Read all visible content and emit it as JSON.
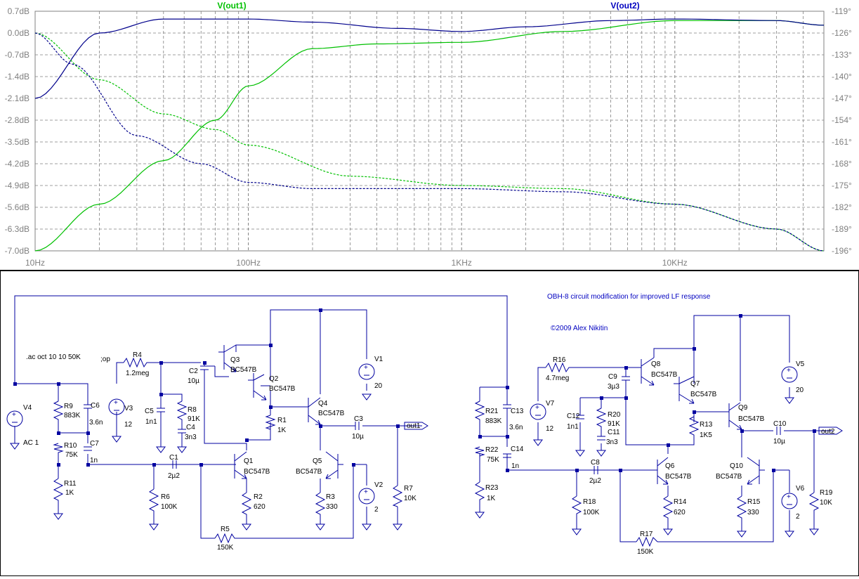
{
  "plot": {
    "traces": [
      {
        "name": "V(out1)",
        "color": "#00c000"
      },
      {
        "name": "V(out2)",
        "color": "#00008b"
      }
    ],
    "left_axis_ticks": [
      "0.7dB",
      "0.0dB",
      "-0.7dB",
      "-1.4dB",
      "-2.1dB",
      "-2.8dB",
      "-3.5dB",
      "-4.2dB",
      "-4.9dB",
      "-5.6dB",
      "-6.3dB",
      "-7.0dB"
    ],
    "right_axis_ticks": [
      "-119°",
      "-126°",
      "-133°",
      "-140°",
      "-147°",
      "-154°",
      "-161°",
      "-168°",
      "-175°",
      "-182°",
      "-189°",
      "-196°"
    ],
    "x_axis_ticks": [
      "10Hz",
      "100Hz",
      "1KHz",
      "10KHz"
    ],
    "chart_data": {
      "type": "line",
      "x_scale": "log",
      "xlim": [
        10,
        50000
      ],
      "ylim_mag": [
        -7.0,
        0.7
      ],
      "ylim_phase": [
        -196,
        -119
      ],
      "series": [
        {
          "name": "V(out1)",
          "kind": "magnitude_dB",
          "x": [
            10,
            20,
            40,
            70,
            100,
            200,
            400,
            1000,
            3000,
            10000,
            30000,
            50000
          ],
          "values": [
            -7.0,
            -5.5,
            -4.1,
            -2.8,
            -1.7,
            -0.5,
            -0.35,
            -0.3,
            0.05,
            0.4,
            0.4,
            0.25
          ]
        },
        {
          "name": "V(out2)",
          "kind": "magnitude_dB",
          "x": [
            10,
            20,
            40,
            70,
            100,
            200,
            500,
            1000,
            2000,
            5000,
            10000,
            30000,
            50000
          ],
          "values": [
            -2.1,
            0.0,
            0.45,
            0.45,
            0.45,
            0.35,
            0.15,
            0.05,
            0.2,
            0.4,
            0.45,
            0.4,
            0.25
          ]
        },
        {
          "name": "V(out1)",
          "kind": "phase_deg",
          "x": [
            10,
            20,
            40,
            70,
            100,
            300,
            1000,
            3000,
            10000,
            30000,
            50000
          ],
          "values": [
            -126,
            -141,
            -152,
            -157,
            -162,
            -172,
            -175,
            -176,
            -181,
            -189,
            -196
          ]
        },
        {
          "name": "V(out2)",
          "kind": "phase_deg",
          "x": [
            10,
            15,
            30,
            60,
            100,
            200,
            500,
            1000,
            3000,
            10000,
            30000,
            50000
          ],
          "values": [
            -126,
            -136,
            -159,
            -168,
            -174,
            -176,
            -176,
            -176,
            -177,
            -181,
            -189,
            -196
          ]
        }
      ]
    }
  },
  "schematic": {
    "directive": ".ac oct 10 10 50K",
    "directive2": ";op",
    "title": "OBH-8 circuit modification for improved LF response",
    "copyright": "©2009 Alex Nikitin",
    "left": {
      "R4": "R4",
      "R4v": "1.2meg",
      "C2": "C2",
      "C2v": "10µ",
      "Q3": "Q3",
      "Q3v": "BC547B",
      "Q2": "Q2",
      "Q2v": "BC547B",
      "V1": "V1",
      "V1v": "20",
      "Q4": "Q4",
      "Q4v": "BC547B",
      "C3": "C3",
      "C3v": "10µ",
      "out": "out1",
      "V4": "V4",
      "V4v": "AC 1",
      "R9": "R9",
      "R9v": "883K",
      "C6": "C6",
      "C6v": "3.6n",
      "R10": "R10",
      "R10v": "75K",
      "C7": "C7",
      "C7v": "1n",
      "R11": "R11",
      "R11v": "1K",
      "V3": "V3",
      "V3v": "12",
      "C5": "C5",
      "C5v": "1n1",
      "R8": "R8",
      "R8v": "91K",
      "C4": "C4",
      "C4v": "3n3",
      "R1": "R1",
      "R1v": "1K",
      "C1": "C1",
      "C1v": "2µ2",
      "Q1": "Q1",
      "Q1v": "BC547B",
      "Q5": "Q5",
      "Q5v": "BC547B",
      "R6": "R6",
      "R6v": "100K",
      "R2": "R2",
      "R2v": "620",
      "R3": "R3",
      "R3v": "330",
      "V2": "V2",
      "V2v": "2",
      "R7": "R7",
      "R7v": "10K",
      "R5": "R5",
      "R5v": "150K"
    },
    "right": {
      "R16": "R16",
      "R16v": "4.7meg",
      "C9": "C9",
      "C9v": "3µ3",
      "Q8": "Q8",
      "Q8v": "BC547B",
      "Q7": "Q7",
      "Q7v": "BC547B",
      "V5": "V5",
      "V5v": "20",
      "Q9": "Q9",
      "Q9v": "BC547B",
      "C10": "C10",
      "C10v": "10µ",
      "out": "out2",
      "R21": "R21",
      "R21v": "883K",
      "C13": "C13",
      "C13v": "3.6n",
      "R22": "R22",
      "R22v": "75K",
      "C14": "C14",
      "C14v": "1n",
      "R23": "R23",
      "R23v": "1K",
      "V7": "V7",
      "V7v": "12",
      "C12": "C12",
      "C12v": "1n1",
      "R20": "R20",
      "R20v": "91K",
      "C11": "C11",
      "C11v": "3n3",
      "R13": "R13",
      "R13v": "1K5",
      "C8": "C8",
      "C8v": "2µ2",
      "Q6": "Q6",
      "Q6v": "BC547B",
      "Q10": "Q10",
      "Q10v": "BC547B",
      "R18": "R18",
      "R18v": "100K",
      "R14": "R14",
      "R14v": "620",
      "R15": "R15",
      "R15v": "330",
      "V6": "V6",
      "V6v": "2",
      "R19": "R19",
      "R19v": "10K",
      "R17": "R17",
      "R17v": "150K"
    }
  }
}
